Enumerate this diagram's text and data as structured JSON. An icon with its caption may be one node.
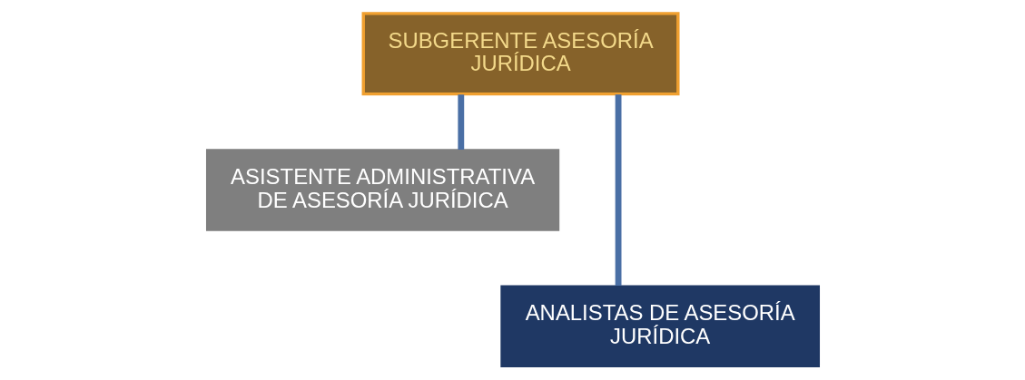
{
  "diagram": {
    "nodes": [
      {
        "text": [
          "SUBGERENTE ASESORÍA JURÍDICA"
        ]
      },
      {
        "text": [
          "ASISTENTE ADMINISTRATIVA DE ASESORÍA JURÍDICA"
        ]
      },
      {
        "text": [
          "ANALISTAS DE ASESORÍA JURÍDICA"
        ]
      }
    ],
    "edges": [
      {
        "from": 0,
        "to": 1,
        "arrow": "none"
      },
      {
        "from": 0,
        "to": 2,
        "arrow": "none"
      }
    ]
  }
}
